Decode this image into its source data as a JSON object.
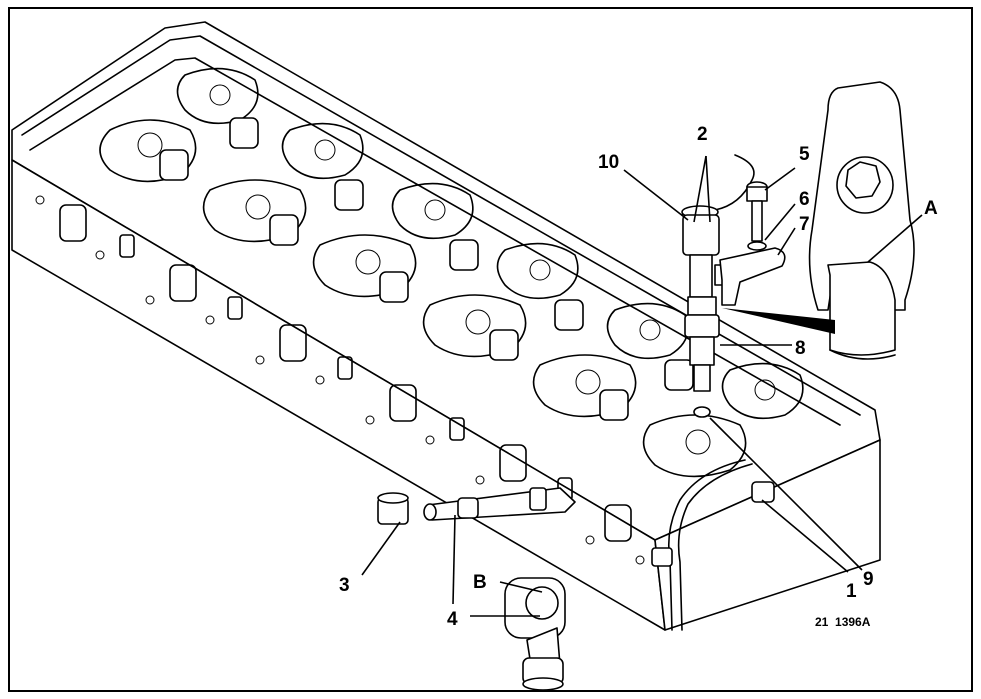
{
  "callouts": {
    "c1": "1",
    "c2": "2",
    "c3": "3",
    "c4": "4",
    "c5": "5",
    "c6": "6",
    "c7": "7",
    "c8": "8",
    "c9": "9",
    "c10": "10",
    "cA": "A",
    "cB": "B"
  },
  "figure_id": "21  1396A"
}
